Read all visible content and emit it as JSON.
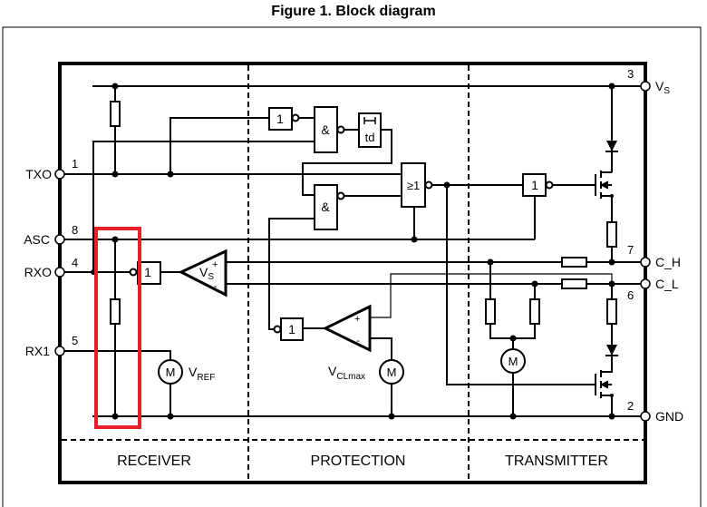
{
  "title": "Figure 1. Block diagram",
  "sections": {
    "receiver": "RECEIVER",
    "protection": "PROTECTION",
    "transmitter": "TRANSMITTER"
  },
  "pins_left": [
    {
      "name": "TXO",
      "number": "1"
    },
    {
      "name": "ASC",
      "number": "8"
    },
    {
      "name": "RXO",
      "number": "4"
    },
    {
      "name": "RX1",
      "number": "5"
    }
  ],
  "pins_right": [
    {
      "name": "V",
      "sub": "S",
      "number": "3"
    },
    {
      "name": "C_H",
      "number": "7"
    },
    {
      "name": "C_L",
      "number": "6"
    },
    {
      "name": "GND",
      "number": "2"
    }
  ],
  "gates": {
    "not": "1",
    "and": "&",
    "or": "≥1",
    "delay": "td",
    "meter": "M"
  },
  "comparators": {
    "receiver": {
      "label": "V",
      "sub": "S",
      "plus": "+",
      "minus": "-"
    },
    "protection": {
      "plus": "+",
      "minus": "-"
    }
  },
  "labels": {
    "vref": {
      "main": "V",
      "sub": "REF"
    },
    "vclmax": {
      "main": "V",
      "sub": "CLmax"
    }
  },
  "highlight_color": "#e8202a"
}
